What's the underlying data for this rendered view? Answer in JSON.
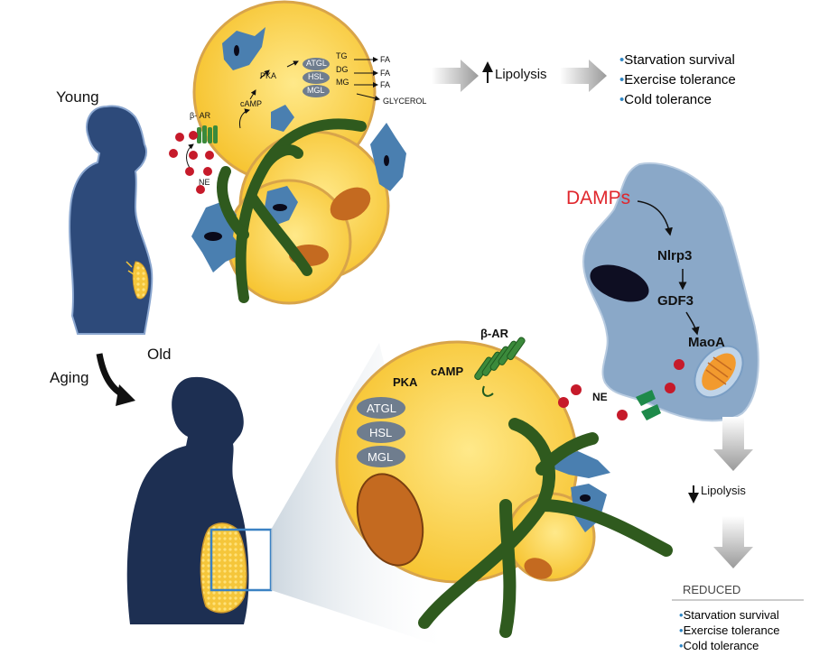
{
  "labels": {
    "young": "Young",
    "old": "Old",
    "aging": "Aging",
    "beta_ar_small": "β- AR",
    "ne_small": "NE",
    "camp_small": "cAMP",
    "pka_small": "PKA",
    "atgl_small": "ATGL",
    "hsl_small": "HSL",
    "mgl_small": "MGL",
    "tg": "TG",
    "dg": "DG",
    "mg": "MG",
    "fa1": "FA",
    "fa2": "FA",
    "fa3": "FA",
    "glycerol": "GLYCEROL",
    "lipolysis_up": "Lipolysis",
    "lipolysis_down": "Lipolysis",
    "damps": "DAMPs",
    "nlrp3": "Nlrp3",
    "gdf3": "GDF3",
    "maoa": "MaoA",
    "beta_ar_large": "β-AR",
    "pka_large": "PKA",
    "camp_large": "cAMP",
    "ne_large": "NE",
    "atgl_large": "ATGL",
    "hsl_large": "HSL",
    "mgl_large": "MGL",
    "reduced": "REDUCED"
  },
  "outcomes_young": [
    "Starvation survival",
    "Exercise tolerance",
    "Cold tolerance"
  ],
  "outcomes_old": [
    "Starvation survival",
    "Exercise tolerance",
    "Cold tolerance"
  ],
  "colors": {
    "adipocyte_fill": "#fbd54a",
    "adipocyte_edge": "#d8a44a",
    "macrophage": "#4a7fb0",
    "macrophage_large": "#8aa8c8",
    "nerve": "#2f5a1e",
    "receptor": "#3b8a3b",
    "ne_dot": "#c61a2a",
    "silhouette_young": "#2d4a7a",
    "silhouette_old": "#1d2f52",
    "damps_text": "#e0272d",
    "bullet": "#2f86c4"
  }
}
